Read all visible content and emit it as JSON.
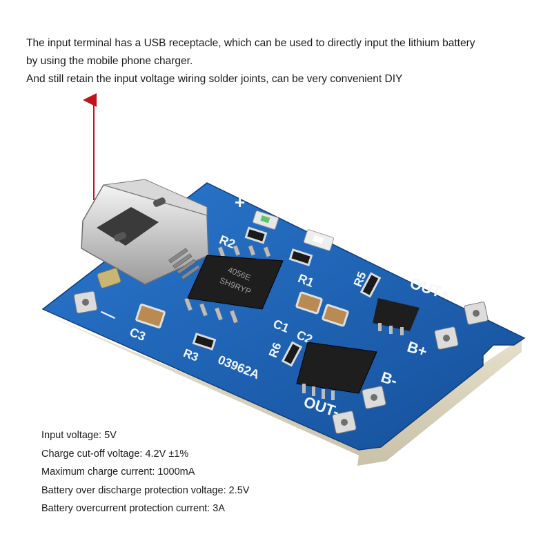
{
  "description_lines": [
    "The input terminal has a USB receptacle, which can be used to directly input the lithium battery",
    " by using the mobile phone charger.",
    "And still retain the input voltage wiring solder joints, can be very convenient DIY"
  ],
  "board_labels": {
    "plus": "+",
    "minus": "—",
    "r1": "R1",
    "r2": "R2",
    "r3": "R3",
    "r5": "R5",
    "r6": "R6",
    "c1": "C1",
    "c2": "C2",
    "c3": "C3",
    "chip_line1": "4056E",
    "chip_line2": "SH9RYP",
    "protection_ic": "03962A",
    "out_plus": "OUT+",
    "b_plus": "B+",
    "b_minus": "B-",
    "out_minus": "OUT-"
  },
  "specs": [
    "Input voltage: 5V",
    "Charge cut-off voltage: 4.2V ±1%",
    "Maximum charge current: 1000mA",
    "Battery over discharge protection voltage: 2.5V",
    "Battery overcurrent protection current: 3A"
  ],
  "colors": {
    "pcb": "#1b64b8",
    "silkscreen": "#f2f6ff",
    "arrow": "#c0141a"
  }
}
